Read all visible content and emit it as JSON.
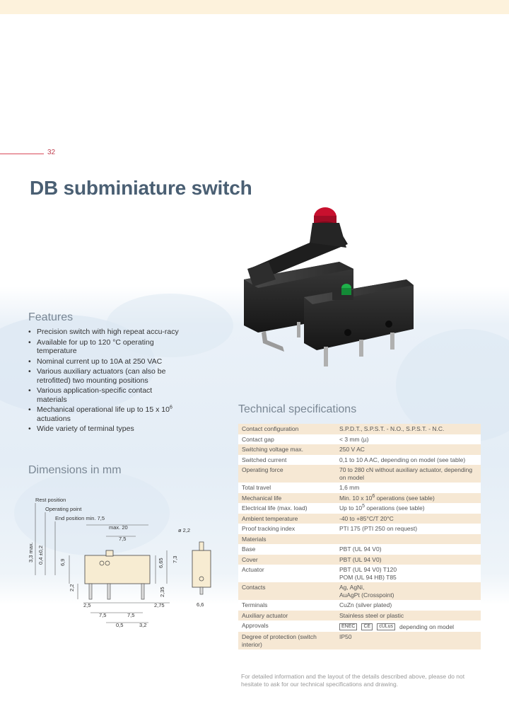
{
  "page": {
    "number": "32",
    "title": "DB subminiature switch"
  },
  "features": {
    "heading": "Features",
    "items": [
      "Precision switch with high repeat accu-racy",
      "Available for up to 120 °C operating temperature",
      "Nominal current up to 10A at 250 VAC",
      "Various auxiliary actuators (can also be retrofitted) two mounting positions",
      "Various application-specific contact materials",
      "Mechanical operational life up to 15 x 10",
      "Wide variety of terminal types"
    ],
    "item6_sup": "6",
    "item6_tail": " actuations"
  },
  "dimensions": {
    "heading": "Dimensions in mm",
    "labels": {
      "rest": "Rest position",
      "operating": "Operating point",
      "end": "End position min. 7,5",
      "max20": "max. 20",
      "d75": "7,5",
      "d22": "ø 2,2",
      "v33": "3,3 max.",
      "v04": "0,4 ±0,2",
      "v69": "6,9",
      "v665": "6,65",
      "v73": "7,3",
      "v22": "2,2",
      "v235": "2,35",
      "h25": "2,5",
      "h75a": "7,5",
      "h75b": "7,5",
      "h275": "2,75",
      "h05": "0,5",
      "h32": "3,2",
      "h66": "6,6"
    }
  },
  "specs": {
    "heading": "Technical specifications",
    "rows": [
      {
        "label": "Contact configuration",
        "value": "S.P.D.T., S.P.S.T. - N.O., S.P.S.T. - N.C."
      },
      {
        "label": "Contact gap",
        "value": "< 3 mm (µ)"
      },
      {
        "label": "Switching voltage max.",
        "value": "250 V AC"
      },
      {
        "label": "Switched current",
        "value": "0,1 to 10 A AC, depending on model (see table)"
      },
      {
        "label": "Operating force",
        "value": "70 to 280 cN without auxiliary actuator, depending on model"
      },
      {
        "label": "Total travel",
        "value": "1,6 mm"
      },
      {
        "label": "Mechanical life",
        "value": "Min. 10 x 10",
        "sup": "6",
        "tail": " operations (see table)"
      },
      {
        "label": "Electrical life (max. load)",
        "value": "Up to 10",
        "sup": "5",
        "tail": " operations (see table)"
      },
      {
        "label": "Ambient temperature",
        "value": "-40 to +85°C/T 20°C"
      },
      {
        "label": "Proof tracking index",
        "value": "PTI 175 (PTI 250 on request)"
      },
      {
        "label": "Materials",
        "value": ""
      },
      {
        "label": "Base",
        "value": "PBT (UL 94 V0)"
      },
      {
        "label": "Cover",
        "value": "PBT (UL 94 V0)"
      },
      {
        "label": "Actuator",
        "value": "PBT (UL 94 V0) T120",
        "line2": "POM (UL 94 HB) T85"
      },
      {
        "label": "Contacts",
        "value": "Ag, AgNi,",
        "line2": "AuAgPt (Crosspoint)"
      },
      {
        "label": "Terminals",
        "value": "CuZn (silver plated)"
      },
      {
        "label": "Auxiliary actuator",
        "value": "Stainless steel or plastic"
      },
      {
        "label": "Approvals",
        "value": "depending on model",
        "marks": [
          "ENEC",
          "CE",
          "cULus"
        ]
      },
      {
        "label": "Degree of protection (switch interior)",
        "value": "IP50"
      }
    ],
    "footnote": "For detailed information and the layout of the details described above, please do not hesitate to ask for our technical specifications and drawing."
  },
  "colors": {
    "title": "#4a5f73",
    "accent": "#c04050",
    "table_stripe": "#f6e8d4",
    "heading_grey": "#7a8794"
  }
}
